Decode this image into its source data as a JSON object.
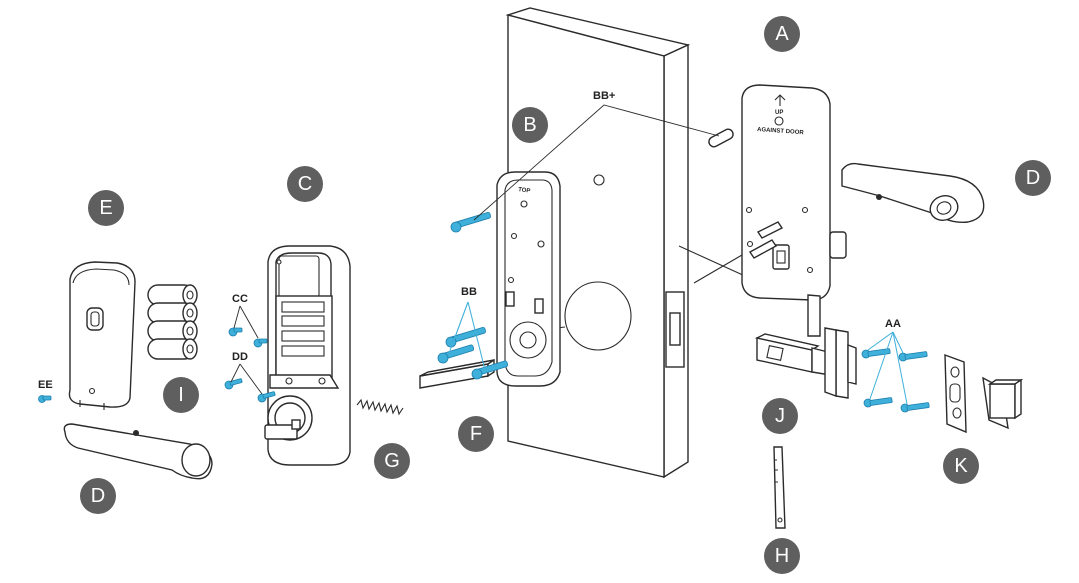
{
  "badges": {
    "A": "A",
    "B": "B",
    "C": "C",
    "D_right": "D",
    "D_left": "D",
    "E": "E",
    "F": "F",
    "G": "G",
    "H": "H",
    "I": "I",
    "J": "J",
    "K": "K"
  },
  "labels": {
    "bb_plus": "BB+",
    "bb": "BB",
    "cc": "CC",
    "dd": "DD",
    "ee": "EE",
    "aa": "AA"
  },
  "plate_text": {
    "top": "TOP",
    "up": "UP",
    "against_door": "AGAINST DOOR"
  },
  "colors": {
    "badge": "#5f5f5f",
    "screw": "#3fb0d9",
    "line": "#2b2b2b"
  }
}
